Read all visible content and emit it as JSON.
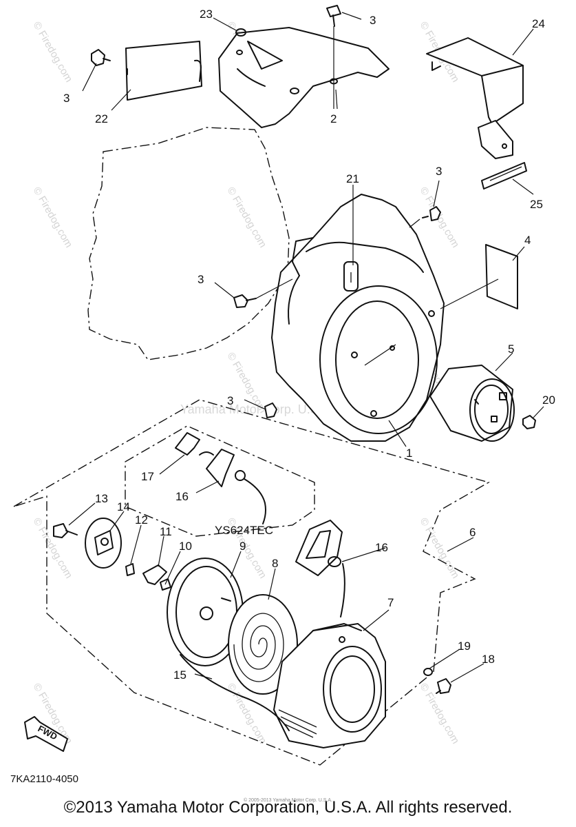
{
  "diagram": {
    "part_numbers": {
      "p1": "1",
      "p2": "2",
      "p3a": "3",
      "p3b": "3",
      "p3c": "3",
      "p3d": "3",
      "p3e": "3",
      "p4": "4",
      "p5": "5",
      "p6": "6",
      "p7": "7",
      "p8": "8",
      "p9": "9",
      "p10": "10",
      "p11": "11",
      "p12": "12",
      "p13": "13",
      "p14": "14",
      "p15": "15",
      "p16a": "16",
      "p16b": "16",
      "p17": "17",
      "p18": "18",
      "p19": "19",
      "p20": "20",
      "p21": "21",
      "p22": "22",
      "p23": "23",
      "p24": "24",
      "p25": "25"
    },
    "model_label": "YS624TEC",
    "drawing_code": "7KA2110-4050",
    "fwd_label": "FWD",
    "watermark_band": "Yamaha Motor Corp. U.S.A.",
    "watermark_site": "© Firedog.com"
  },
  "footer": {
    "copyright": "©2013 Yamaha Motor Corporation, U.S.A. All rights reserved.",
    "small_copyright": "© 2005-2013 Yamaha Motor Corp. U.S.A."
  }
}
